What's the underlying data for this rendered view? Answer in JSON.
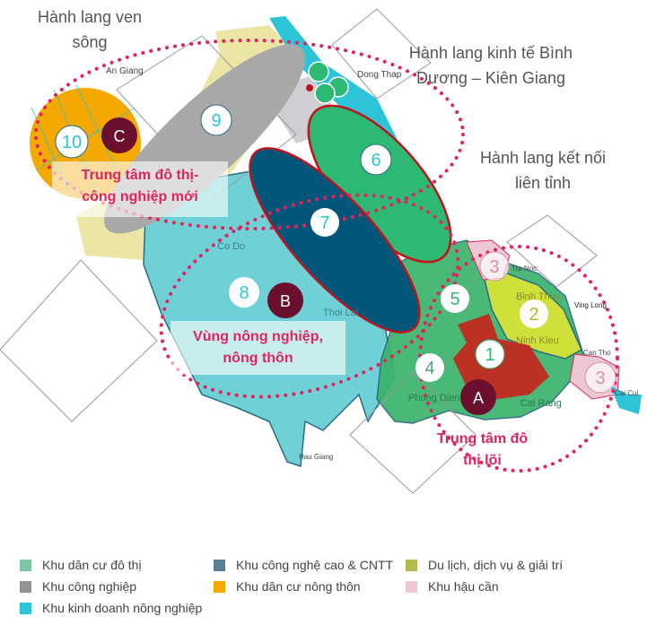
{
  "corridors": {
    "river": [
      "Hành lang ven",
      "sông"
    ],
    "economic": [
      "Hành lang kinh tế Bình",
      "Dương – Kiên Giang"
    ],
    "interprovincial": [
      "Hành lang kết nối",
      "liên tỉnh"
    ]
  },
  "zones": {
    "new_urban_industrial": [
      "Trung tâm đô thị-",
      "công nghiệp mới"
    ],
    "agricultural_rural": [
      "Vùng nông nghiệp,",
      "nông thôn"
    ],
    "core_urban": [
      "Trung tâm đô",
      "thị lõi"
    ]
  },
  "place_labels": {
    "an_giang": "An Giang",
    "dong_thap": "Dong Thap",
    "co_do": "Co Do",
    "thoi_lai": "Thoi Lai",
    "hau_giang": "Hau Giang",
    "tra_noc": "Tra Noc",
    "vinh_long": "Ving Long",
    "can_tho": "Can Tho",
    "cai_cui": "Cai Cui",
    "phong_dien": "Phong Dien",
    "cai_rang": "Cai Rang",
    "ninh_kieu": "Ninh Kieu",
    "binh_thuy": "Binh Thuy"
  },
  "markers": {
    "n1": "1",
    "n2": "2",
    "n3a": "3",
    "n3b": "3",
    "n4": "4",
    "n5": "5",
    "n6": "6",
    "n7": "7",
    "n8": "8",
    "n9": "9",
    "n10": "10",
    "a": "A",
    "b": "B",
    "c": "C"
  },
  "colors": {
    "urban": "#7fc6a4",
    "hightech": "#5a7f94",
    "tourism": "#b0ba4e",
    "industrial": "#939393",
    "rural": "#f5a800",
    "logistics": "#ecc8d2",
    "agri_business": "#2ec4d8",
    "accent": "#e0245e",
    "center_marker": "#6b0f2e"
  },
  "legend": [
    {
      "label": "Khu dân cư đô thị",
      "color": "#7fc6a4"
    },
    {
      "label": "Khu công nghệ cao & CNTT",
      "color": "#5a7f94"
    },
    {
      "label": "Du lịch, dịch vụ & giải trí",
      "color": "#b0ba4e"
    },
    {
      "label": "Khu công nghiệp",
      "color": "#939393"
    },
    {
      "label": "Khu dân cư nông thôn",
      "color": "#f5a800"
    },
    {
      "label": "Khu hậu cần",
      "color": "#ecc8d2"
    },
    {
      "label": "Khu kinh doanh nông nghiệp",
      "color": "#2ec4d8"
    }
  ]
}
